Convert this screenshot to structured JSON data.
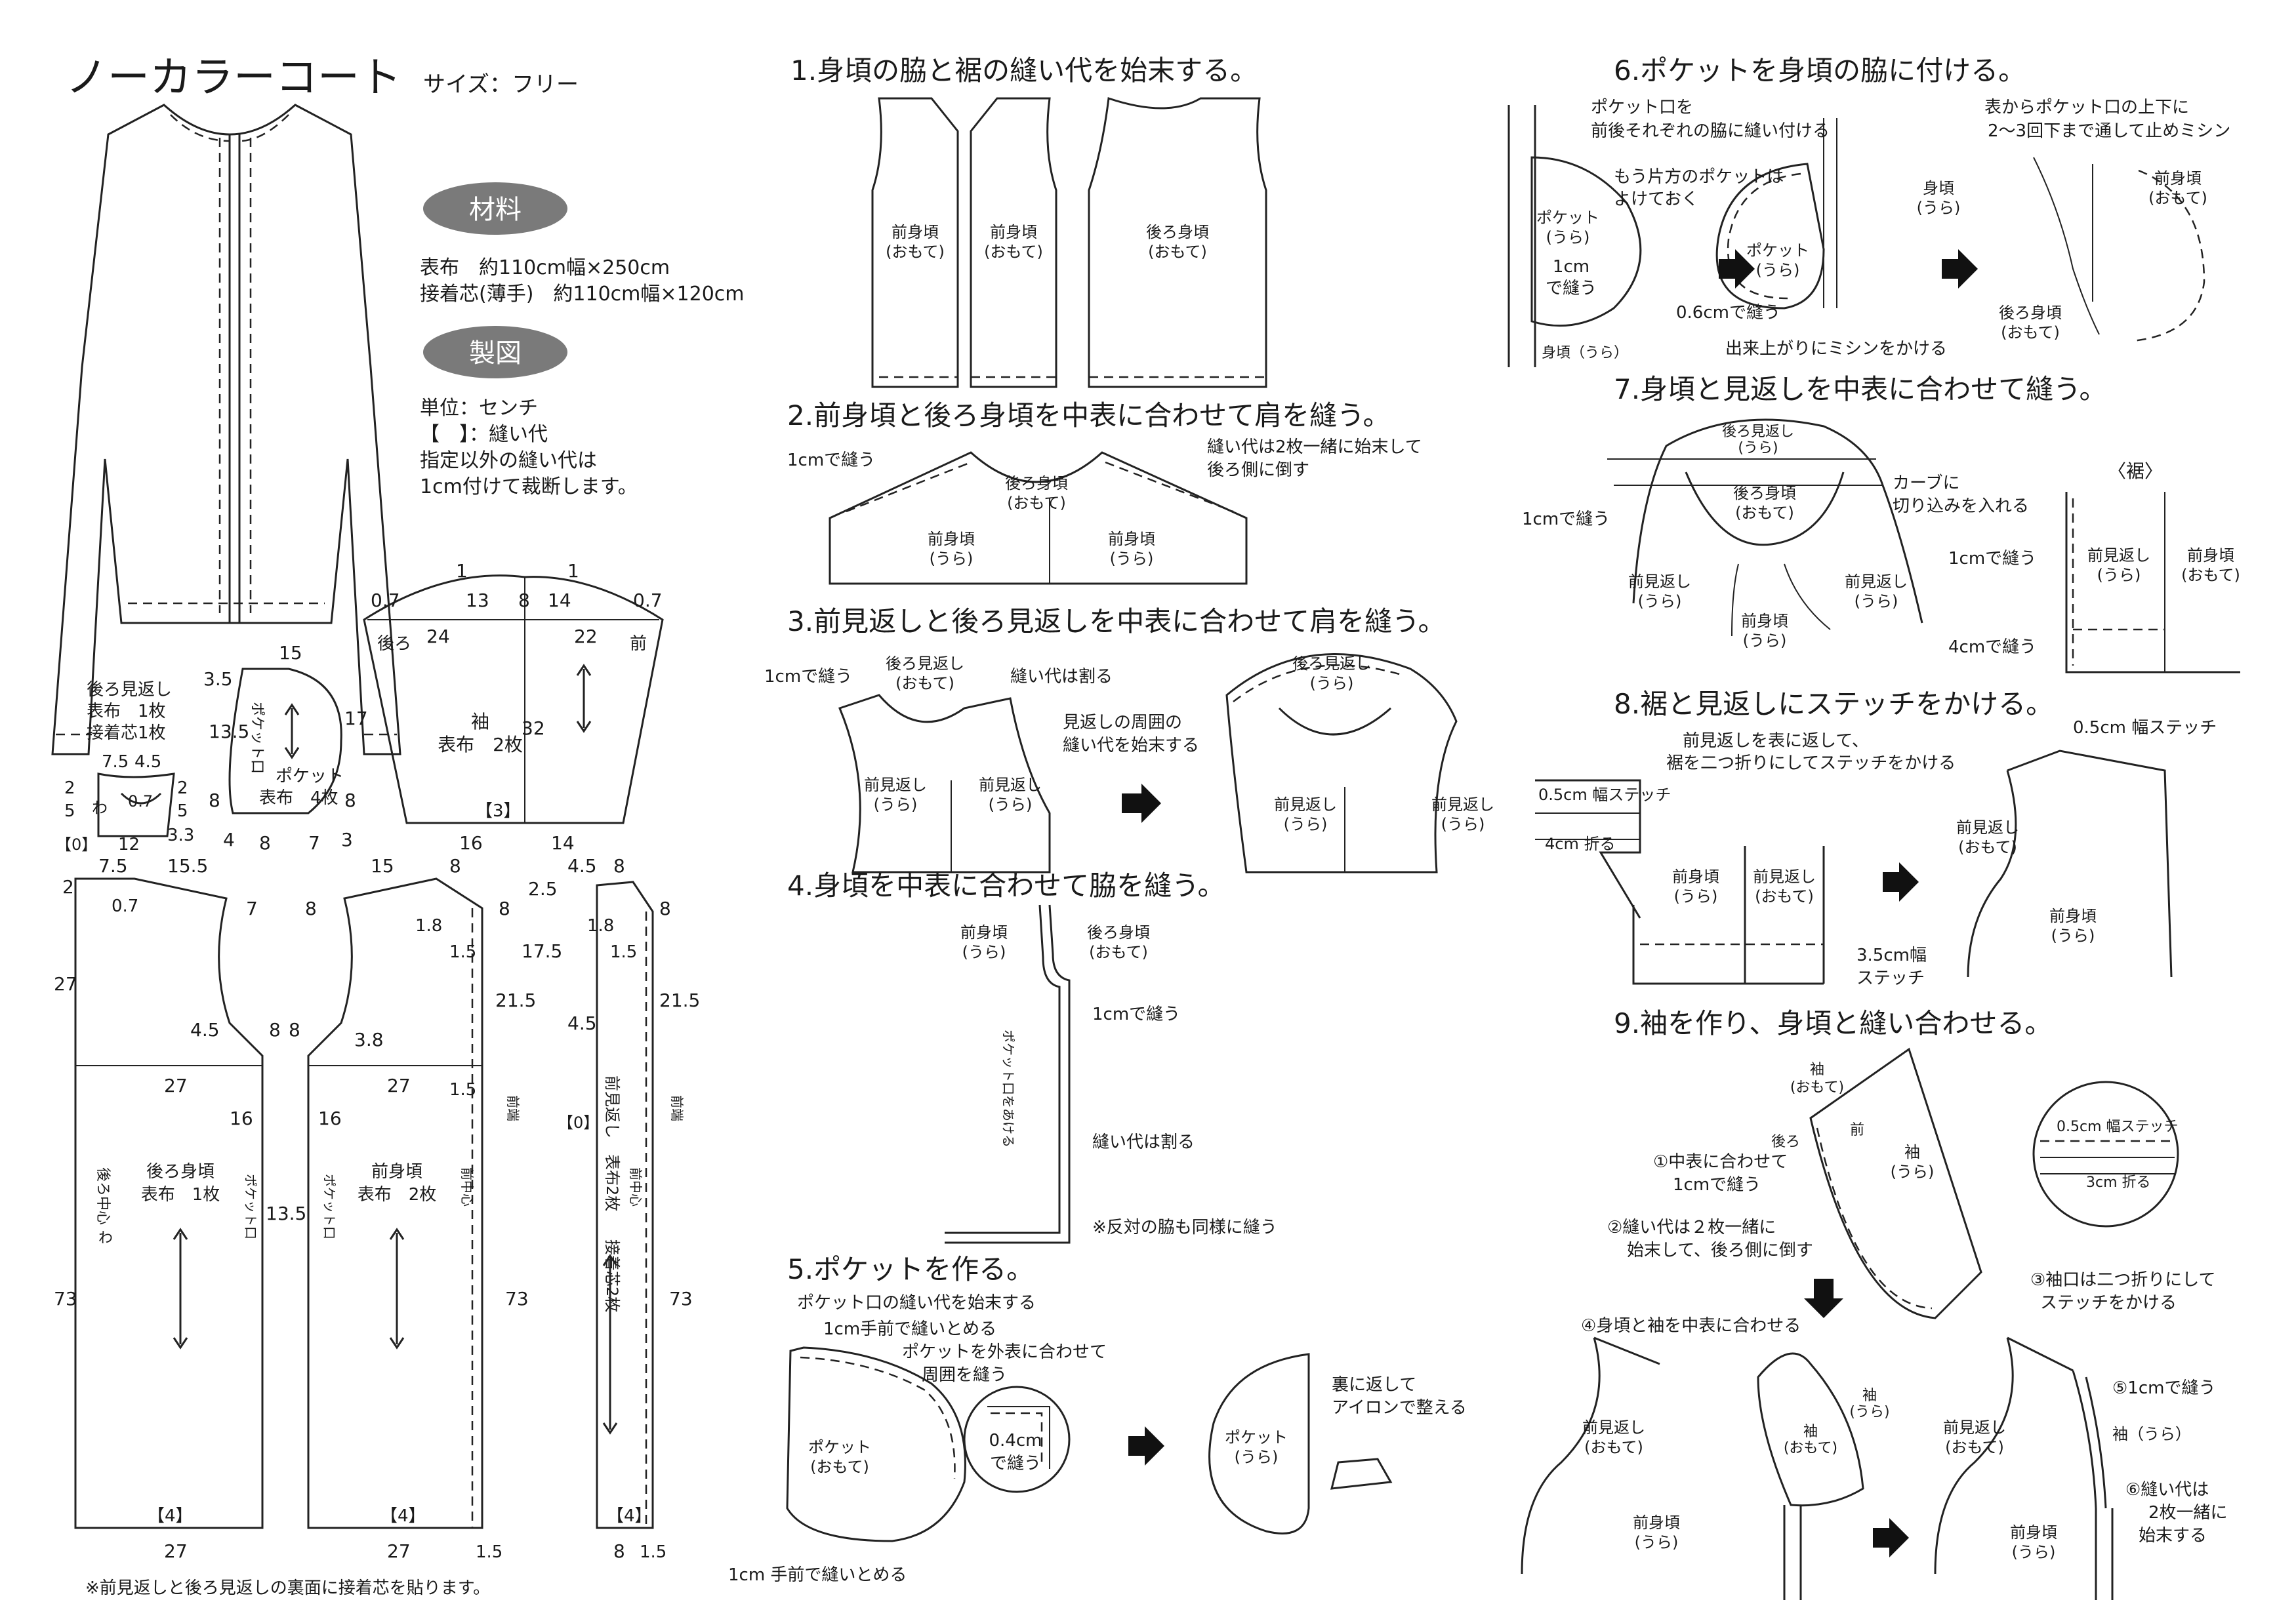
{
  "header": {
    "title": "ノーカラーコート",
    "size": "サイズ：フリー"
  },
  "materials": {
    "badge": "材料",
    "fabric": "表布　約110cm幅×250cm",
    "interfacing": "接着芯(薄手)　約110cm幅×120cm"
  },
  "drafting": {
    "badge": "製図",
    "unit": "単位：センチ",
    "seam_note": "【　】：縫い代",
    "note_l1": "指定以外の縫い代は",
    "note_l2": "1cm付けて裁断します。"
  },
  "pattern": {
    "back_facing": {
      "l1": "後ろ見返し",
      "l2": "表布　1枚",
      "l3": "接着芯1枚",
      "wa": "わ",
      "seam": "【0】"
    },
    "pocket": {
      "name": "ポケット",
      "count": "表布　4枚",
      "opening": "ポケット口"
    },
    "sleeve": {
      "name": "袖",
      "count": "表布　2枚",
      "back": "後ろ",
      "front": "前",
      "seam": "【3】"
    },
    "back_body": {
      "name": "後ろ身頃",
      "count": "表布　1枚",
      "center": "後ろ中心",
      "wa": "わ",
      "pocket": "ポケット口",
      "seam": "【4】"
    },
    "front_body": {
      "name": "前身頃",
      "count": "表布　2枚",
      "center": "前中心",
      "pocket": "ポケット口",
      "seam": "【4】",
      "edge": "前端"
    },
    "front_facing": {
      "name": "前見返し",
      "count": "表布2枚",
      "interfacing": "接着芯2枚",
      "center": "前中心",
      "seam": "【0】",
      "seam2": "【4】",
      "edge": "前端"
    },
    "dims": [
      "15",
      "3.5",
      "13.5",
      "17",
      "7.5",
      "4.5",
      "2",
      "5",
      "0.7",
      "12",
      "3.3",
      "4",
      "8",
      "7",
      "3",
      "1",
      "0.7",
      "13",
      "8",
      "14",
      "24",
      "22",
      "32",
      "16",
      "2",
      "15.5",
      "27",
      "4.5",
      "73",
      "13.5",
      "3.8",
      "1.8",
      "1.5",
      "21.5",
      "2.5",
      "17.5",
      "1.5"
    ],
    "footnote": "※前見返しと後ろ見返しの裏面に接着芯を貼ります。"
  },
  "steps": {
    "s1": {
      "title": "1.身頃の脇と裾の縫い代を始末する。",
      "a": "前身頃",
      "b": "(おもて)",
      "c": "後ろ身頃"
    },
    "s2": {
      "title": "2.前身頃と後ろ身頃を中表に合わせて肩を縫う。",
      "sew": "1cmで縫う",
      "seam1": "縫い代は2枚一緒に始末して",
      "seam2": "後ろ側に倒す",
      "back": "後ろ身頃",
      "omote": "(おもて)",
      "front": "前身頃",
      "ura": "(うら)"
    },
    "s3": {
      "title": "3.前見返しと後ろ見返しを中表に合わせて肩を縫う。",
      "sew": "1cmで縫う",
      "back": "後ろ見返し",
      "omote": "(おもて)",
      "split": "縫い代は割る",
      "edge1": "見返しの周囲の",
      "edge2": "縫い代を始末する",
      "front": "前見返し",
      "ura": "(うら)"
    },
    "s4": {
      "title": "4.身頃を中表に合わせて脇を縫う。",
      "front": "前身頃",
      "ura": "(うら)",
      "back": "後ろ身頃",
      "omote": "(おもて)",
      "sew": "1cmで縫う",
      "open": "ポケット口をあける",
      "split": "縫い代は割る",
      "note": "※反対の脇も同様に縫う"
    },
    "s5": {
      "title": "5.ポケットを作る。",
      "finish": "ポケット口の縫い代を始末する",
      "stop": "1cm手前で縫いとめる",
      "p1": "ポケットを外表に合わせて",
      "p2": "周囲を縫う",
      "pocket": "ポケット",
      "omote": "(おもて)",
      "sew04": "0.4cm",
      "sew04b": "で縫う",
      "turn1": "裏に返して",
      "turn2": "アイロンで整える",
      "ura": "(うら)",
      "stop2": "1cm 手前で縫いとめる"
    },
    "s6": {
      "title": "6.ポケットを身頃の脇に付ける。",
      "a1": "ポケット口を",
      "a2": "前後それぞれの脇に縫い付ける",
      "b1": "もう片方のポケットは",
      "b2": "よけておく",
      "pocket": "ポケット",
      "ura": "(うら)",
      "cm1": "1cm",
      "sew": "で縫う",
      "body_ura": "身頃（うら）",
      "sew06": "0.6cmで縫う",
      "finish": "出来上がりにミシンをかける",
      "body": "身頃",
      "c1": "表からポケット口の上下に",
      "c2": "2～3回下まで通して止めミシン",
      "front": "前身頃",
      "omote": "(おもて)",
      "back": "後ろ身頃"
    },
    "s7": {
      "title": "7.身頃と見返しを中表に合わせて縫う。",
      "back_facing": "後ろ見返し",
      "ura": "(うら)",
      "back": "後ろ身頃",
      "omote": "(おもて)",
      "sew": "1cmで縫う",
      "c1": "カーブに",
      "c2": "切り込みを入れる",
      "ff": "前見返し",
      "fb": "前身頃",
      "hem": "〈裾〉",
      "sew4": "4cmで縫う"
    },
    "s8": {
      "title": "8.裾と見返しにステッチをかける。",
      "a1": "前見返しを表に返して、",
      "a2": "裾を二つ折りにしてステッチをかける",
      "st05": "0.5cm 幅ステッチ",
      "fold4": "4cm 折る",
      "front": "前身頃",
      "ura": "(うら)",
      "ff": "前見返し",
      "omote": "(おもて)",
      "st35": "3.5cm幅",
      "st35b": "ステッチ"
    },
    "s9": {
      "title": "9.袖を作り、身頃と縫い合わせる。",
      "sleeve": "袖",
      "omote": "(おもて)",
      "ura": "(うら)",
      "back": "後ろ",
      "front": "前",
      "n1": "①中表に合わせて",
      "n1b": "1cmで縫う",
      "n2": "②縫い代は２枚一緒に",
      "n2b": "始末して、後ろ側に倒す",
      "n3": "③袖口は二つ折りにして",
      "n3b": "ステッチをかける",
      "n4": "④身頃と袖を中表に合わせる",
      "st05": "0.5cm 幅ステッチ",
      "fold3": "3cm 折る",
      "n5": "⑤1cmで縫う",
      "sleeve_ura": "袖（うら）",
      "n6": "⑥縫い代は",
      "n6b": "2枚一緒に",
      "n6c": "始末する",
      "ff": "前見返し",
      "fb": "前身頃"
    }
  }
}
